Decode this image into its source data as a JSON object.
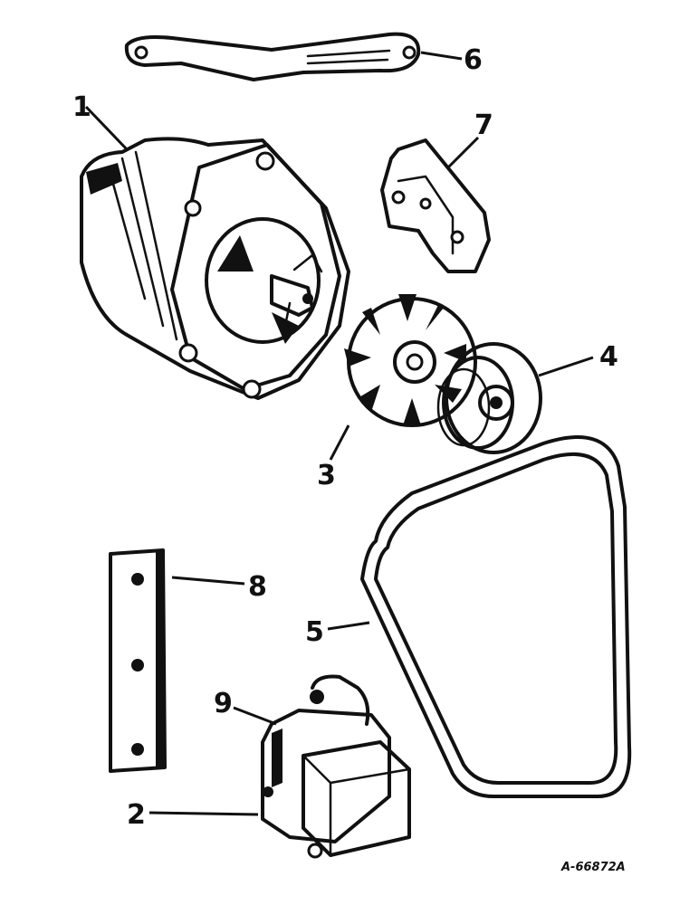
{
  "callouts": [
    {
      "id": "1",
      "label": "1",
      "part": "alternator"
    },
    {
      "id": "2",
      "label": "2",
      "part": "voltage-regulator"
    },
    {
      "id": "3",
      "label": "3",
      "part": "fan"
    },
    {
      "id": "4",
      "label": "4",
      "part": "pulley"
    },
    {
      "id": "5",
      "label": "5",
      "part": "v-belt"
    },
    {
      "id": "6",
      "label": "6",
      "part": "adjusting-strap"
    },
    {
      "id": "7",
      "label": "7",
      "part": "mounting-bracket"
    },
    {
      "id": "8",
      "label": "8",
      "part": "mounting-plate"
    },
    {
      "id": "9",
      "label": "9",
      "part": "regulator-harness"
    }
  ],
  "reference_code": "A-66872A",
  "colors": {
    "ink": "#111111",
    "paper": "#ffffff"
  }
}
